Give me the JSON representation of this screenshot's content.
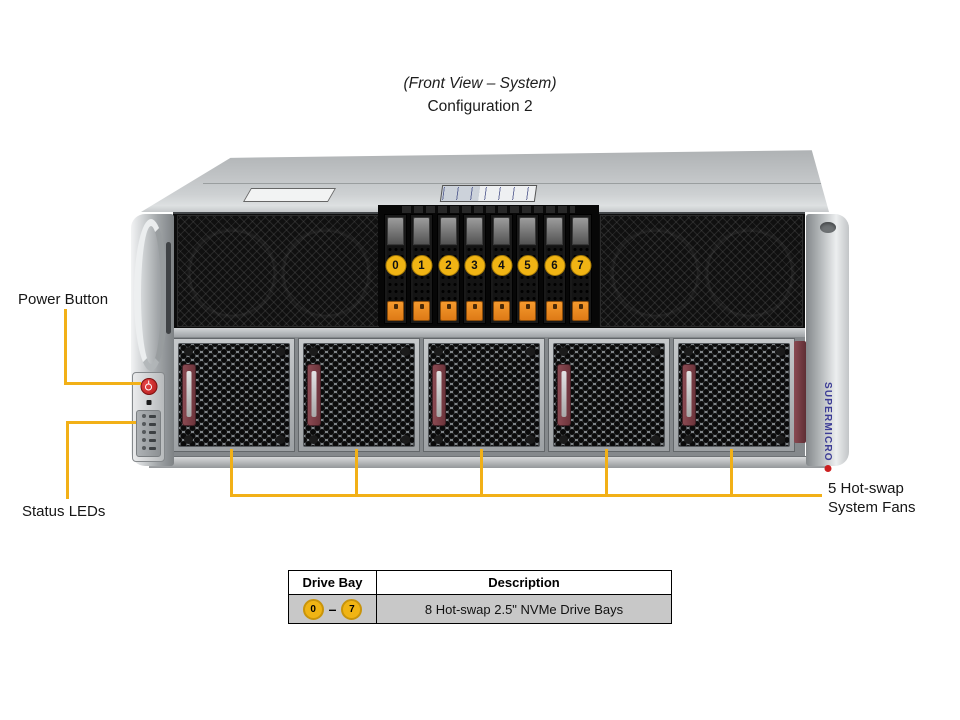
{
  "title": {
    "line1": "(Front View – System)",
    "line2": "Configuration 2"
  },
  "callouts": {
    "power_button": "Power Button",
    "status_leds": "Status LEDs",
    "system_fans_line1": "5 Hot-swap",
    "system_fans_line2": "System Fans"
  },
  "server": {
    "brand": "SUPERMICRO",
    "drive_bay_numbers": [
      "0",
      "1",
      "2",
      "3",
      "4",
      "5",
      "6",
      "7"
    ]
  },
  "drive_table": {
    "headers": [
      "Drive Bay",
      "Description"
    ],
    "row": {
      "bay_start": "0",
      "dash": "–",
      "bay_end": "7",
      "description": "8 Hot-swap 2.5\" NVMe Drive Bays"
    }
  },
  "colors": {
    "callout_yellow": "#F2B017",
    "badge_yellow": "#F0B414",
    "latch_orange": "#E8831F",
    "fan_handle_maroon": "#7C4047",
    "power_button_red": "#C9252B",
    "brand_blue": "#3C3C96"
  }
}
